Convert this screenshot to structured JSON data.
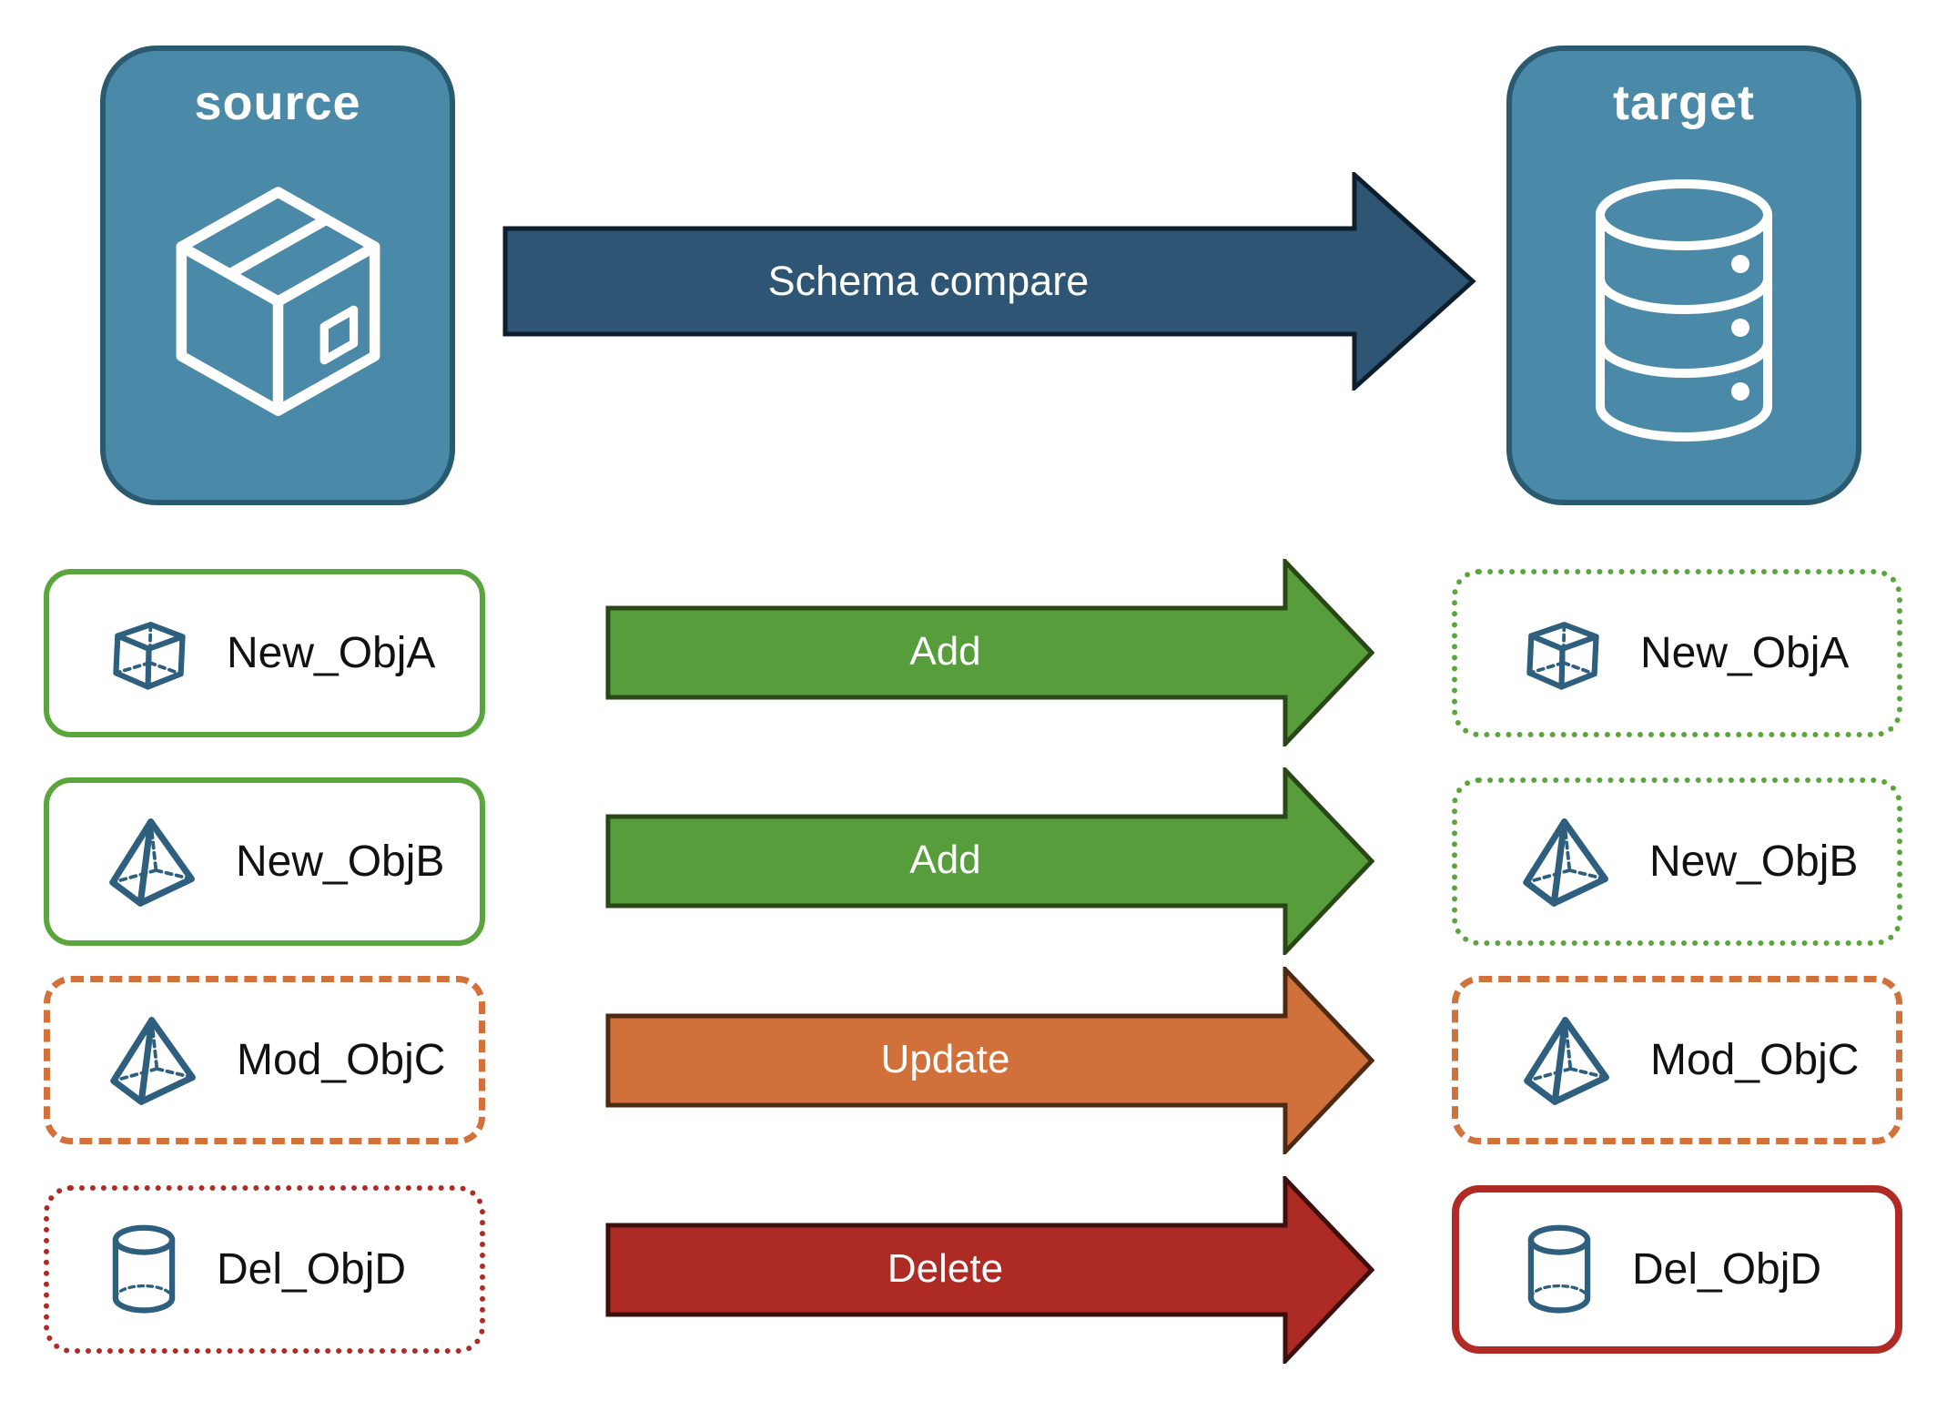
{
  "source": {
    "title": "source",
    "icon": "package-box"
  },
  "target": {
    "title": "target",
    "icon": "database"
  },
  "main_arrow": {
    "label": "Schema compare"
  },
  "rows": [
    {
      "name": "New_ObjA",
      "action": "Add",
      "icon": "cube",
      "left_border": "solid-green",
      "right_border": "dotted-green"
    },
    {
      "name": "New_ObjB",
      "action": "Add",
      "icon": "pyramid",
      "left_border": "solid-green",
      "right_border": "dotted-green"
    },
    {
      "name": "Mod_ObjC",
      "action": "Update",
      "icon": "pyramid",
      "left_border": "dashed-orange",
      "right_border": "dashed-orange"
    },
    {
      "name": "Del_ObjD",
      "action": "Delete",
      "icon": "cylinder",
      "left_border": "dotted-red",
      "right_border": "solid-red"
    }
  ],
  "colors": {
    "node-fill": "#4A89A8",
    "node-border": "#2A5A70",
    "blue-arrow": "#2E5574",
    "blue-arrow-border": "#0D1F2D",
    "green": "#5AA53C",
    "green-arrow": "#579D3C",
    "green-arrow-border": "#2A4718",
    "orange": "#D3713B",
    "orange-arrow": "#D0703A",
    "orange-arrow-border": "#4F2A12",
    "red": "#B12B26",
    "red-arrow": "#AE2B25",
    "red-arrow-border": "#3E0F0F",
    "icon-blue": "#2E5F7E"
  }
}
